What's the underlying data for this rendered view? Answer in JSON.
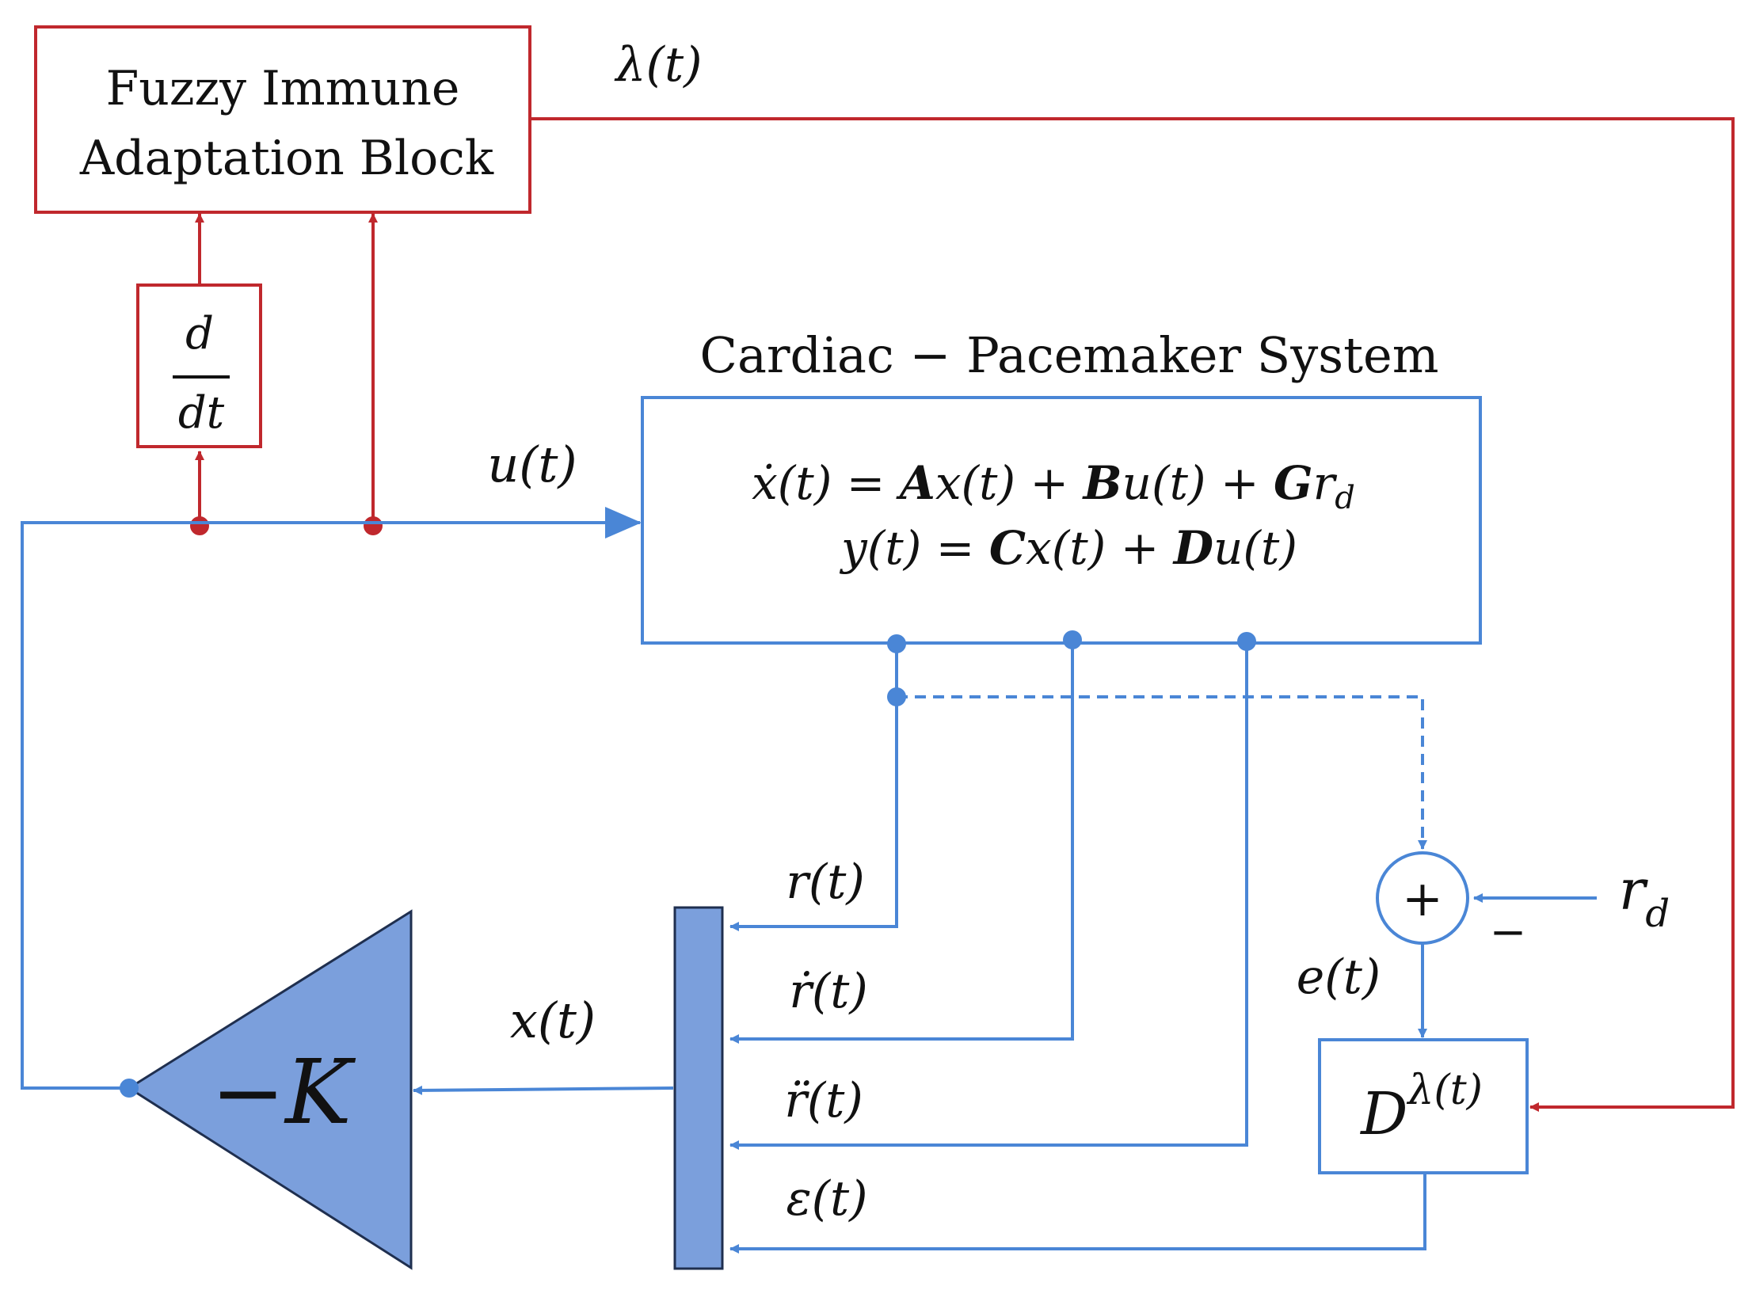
{
  "colors": {
    "blue": "#4a86d6",
    "red": "#c0282d",
    "gain_fill": "#7b9fdc",
    "text": "#111111"
  },
  "fuzzy_block": {
    "line1": "Fuzzy Immune",
    "line2": "Adaptation Block"
  },
  "derivative_block": {
    "numerator": "d",
    "denominator": "dt"
  },
  "plant": {
    "title": "Cardiac − Pacemaker System",
    "eq1": {
      "p1": "ẋ(t) = ",
      "A": "A",
      "p2": "x(t) + ",
      "B": "B",
      "p3": "u(t) + ",
      "G": "G",
      "p4": "r",
      "sub": "d"
    },
    "eq2": {
      "p1": "y(t) = ",
      "C": "C",
      "p2": "x(t) + ",
      "D": "D",
      "p3": "u(t)"
    }
  },
  "signals": {
    "lambda": "λ(t)",
    "u": "u(t)",
    "x": "x(t)",
    "r": "r(t)",
    "r_dot": "ṙ(t)",
    "r_ddot": "r̈(t)",
    "epsilon": "ε(t)",
    "e": "e(t)",
    "rd_base": "r",
    "rd_sub": "d"
  },
  "sum_junction": {
    "plus": "+",
    "minus": "−"
  },
  "gain": {
    "label": "−K"
  },
  "fractional_block": {
    "base": "D",
    "exponent": "λ(t)"
  }
}
